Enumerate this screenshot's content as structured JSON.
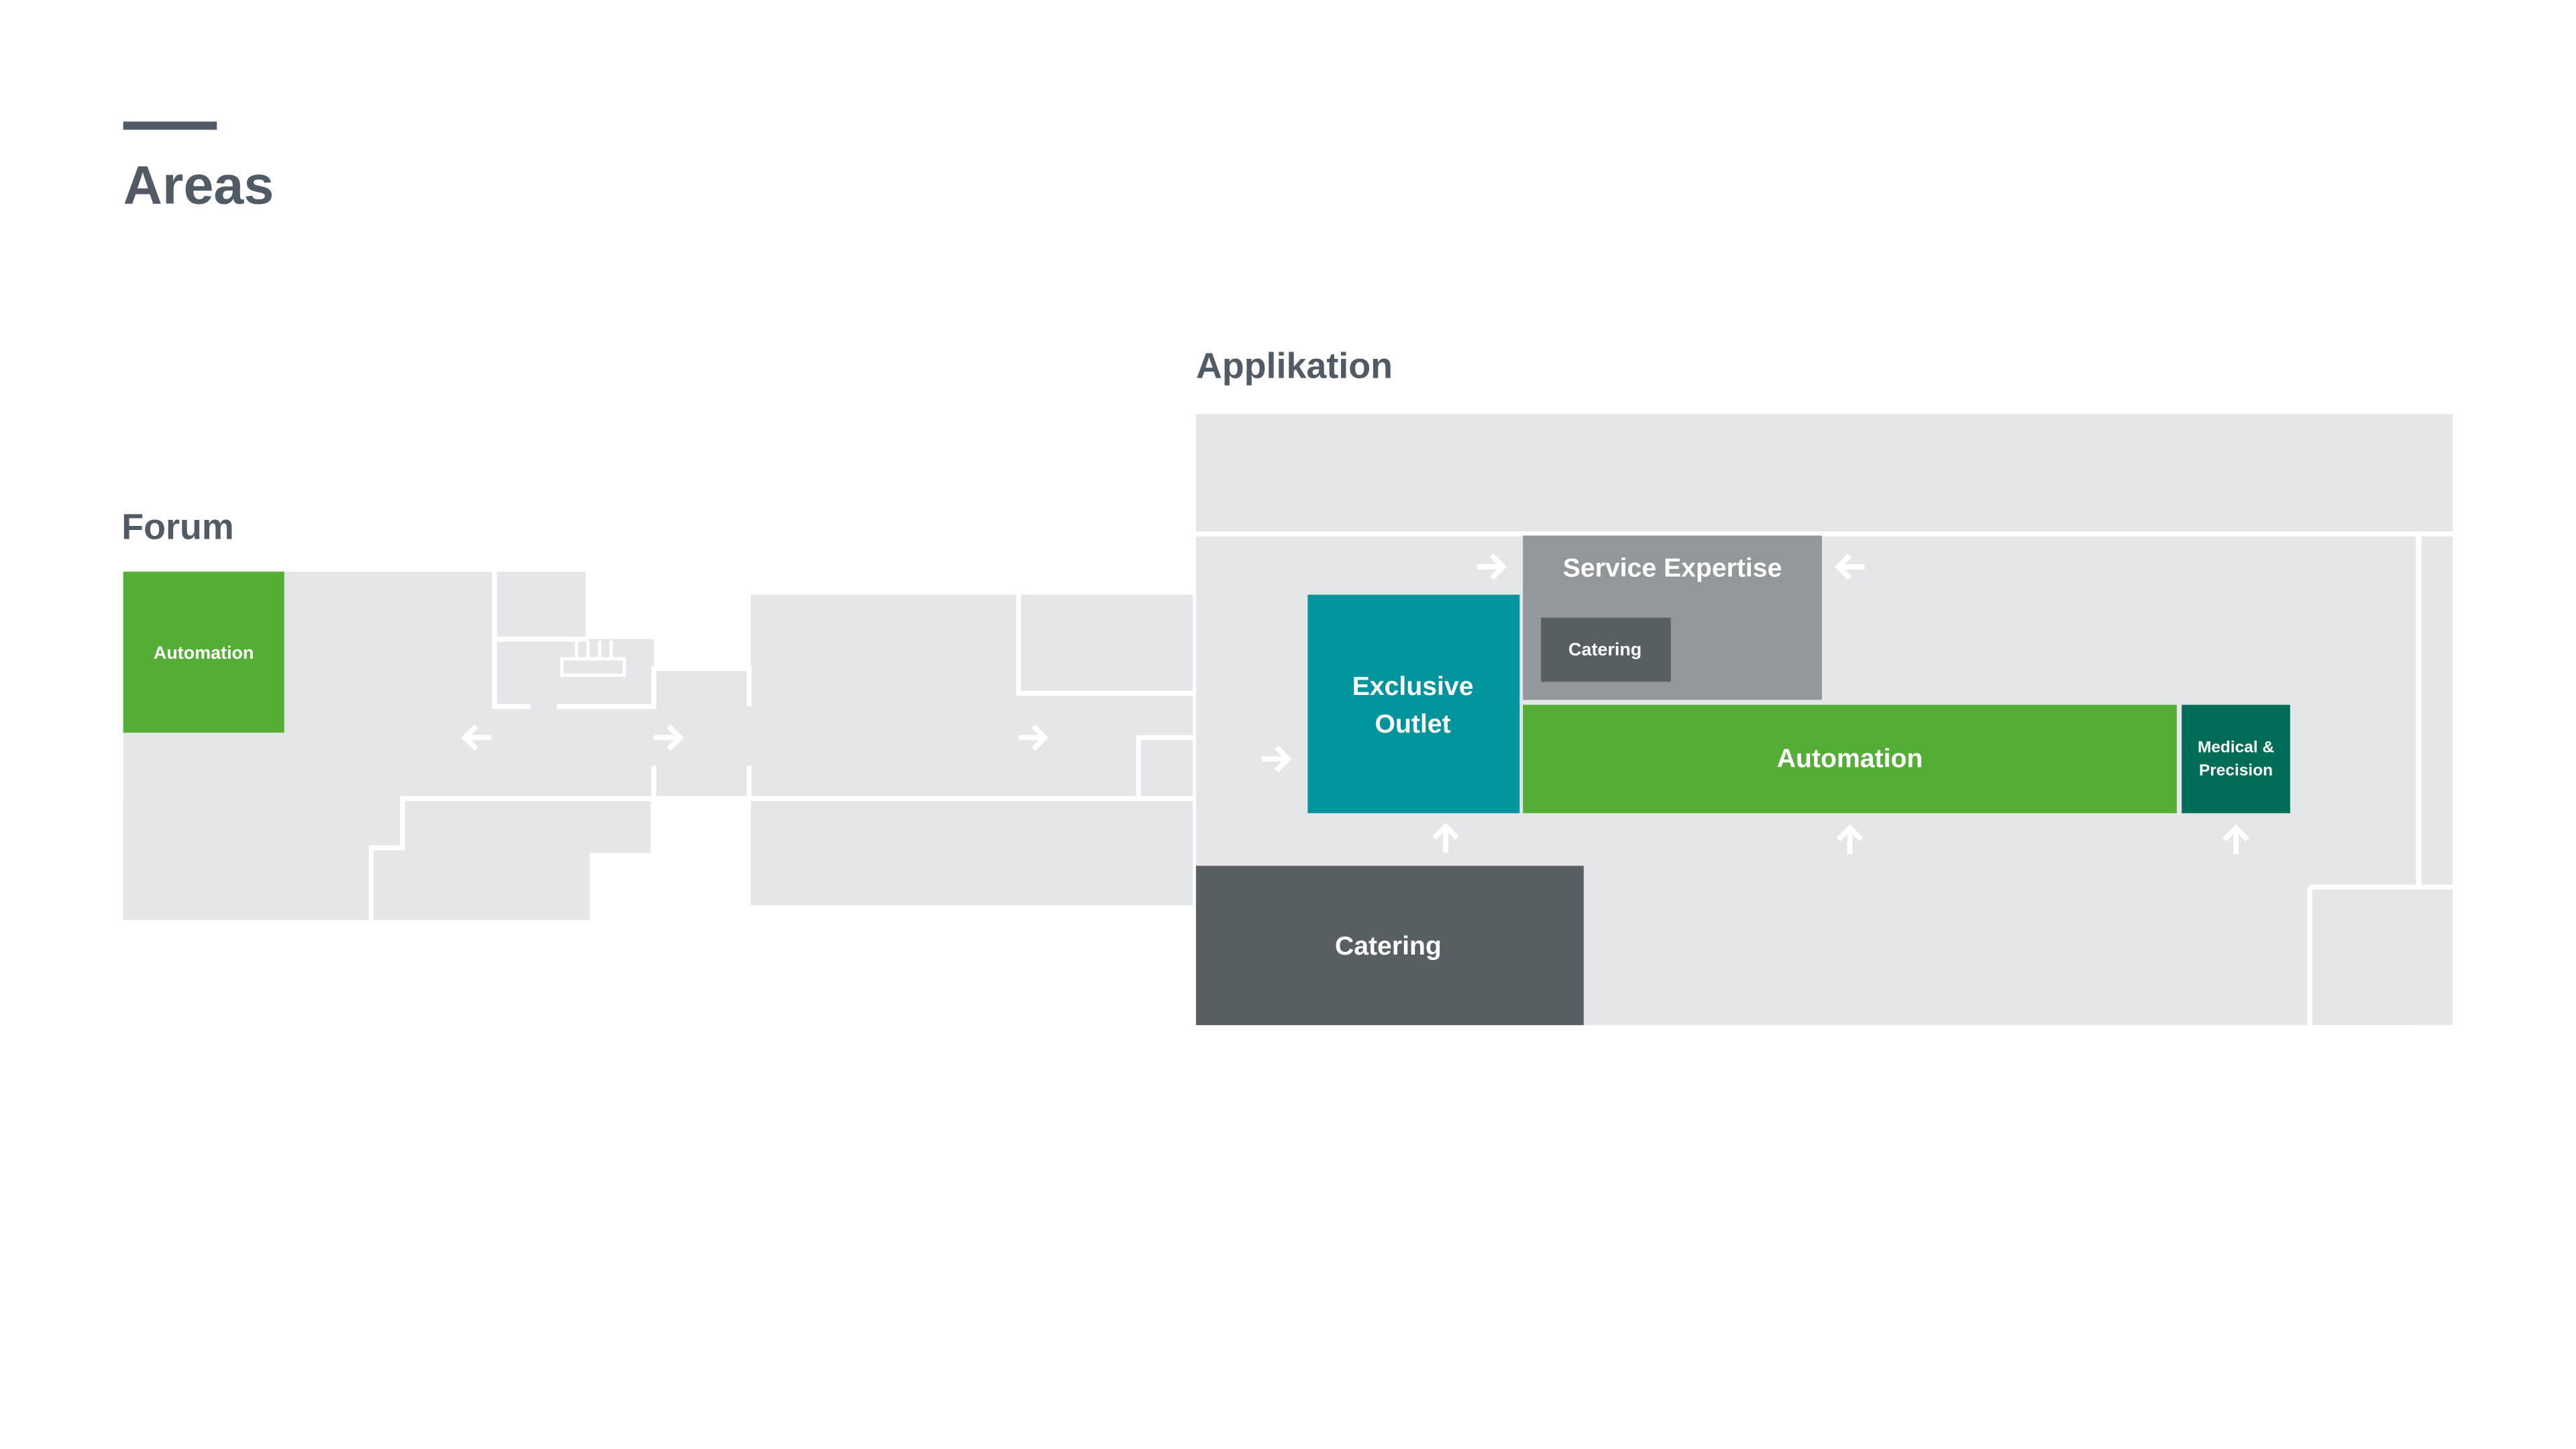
{
  "page": {
    "title": "Areas",
    "accent_color": "#505b66"
  },
  "sections": {
    "forum": {
      "title": "Forum",
      "areas": {
        "automation": {
          "label": "Automation",
          "color": "#54ae35"
        }
      }
    },
    "applikation": {
      "title": "Applikation",
      "areas": {
        "service_expertise": {
          "label": "Service Expertise",
          "color": "#92979a"
        },
        "service_catering": {
          "label": "Catering",
          "color": "#575f63"
        },
        "exclusive_outlet": {
          "line1": "Exclusive",
          "line2": "Outlet",
          "color": "#00949d"
        },
        "automation": {
          "label": "Automation",
          "color": "#54ae35"
        },
        "medical_precision": {
          "line1": "Medical &",
          "line2": "Precision",
          "color": "#006e56"
        },
        "catering": {
          "label": "Catering",
          "color": "#575f63"
        }
      }
    }
  },
  "icons": {
    "direction_arrows": [
      "arrow-left",
      "arrow-right",
      "arrow-right",
      "arrow-right",
      "arrow-right",
      "arrow-left",
      "arrow-up",
      "arrow-up",
      "arrow-up"
    ],
    "stairs": "stairs-icon"
  },
  "colors": {
    "floor": "#e5e6e8",
    "wall": "#ffffff",
    "heading": "#505b66"
  }
}
